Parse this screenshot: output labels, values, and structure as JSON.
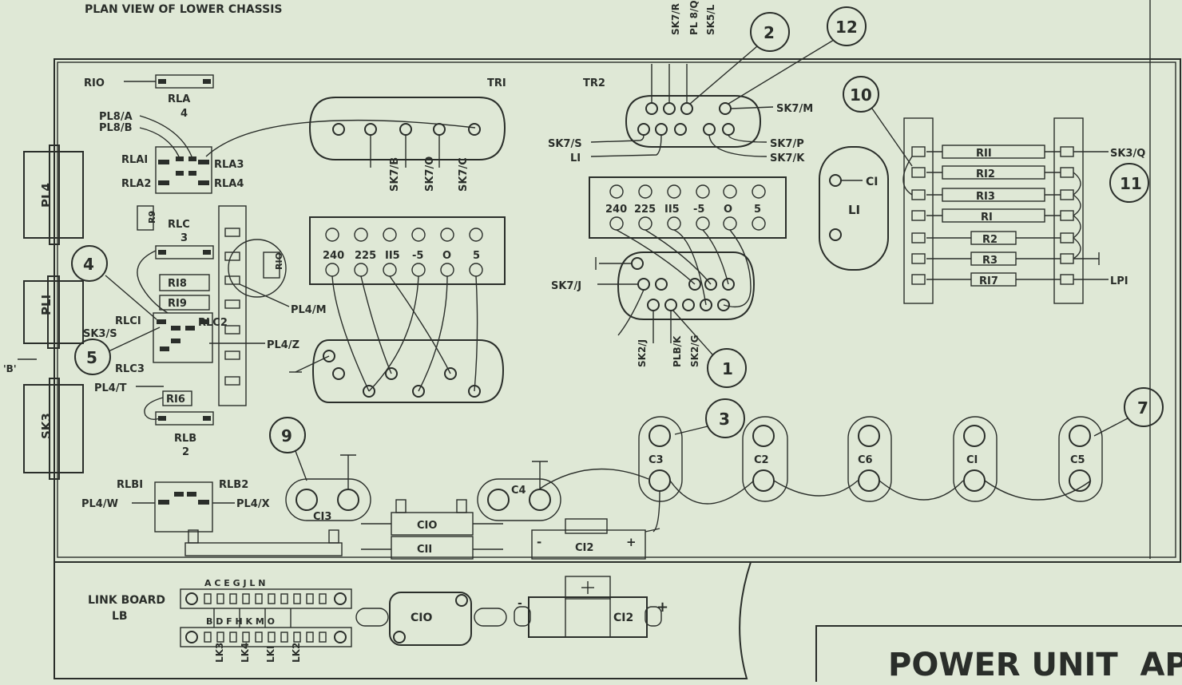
{
  "title": "PLAN VIEW OF LOWER CHASSIS",
  "footer_title": "POWER UNIT  AP",
  "transformers": {
    "tr1": "TRI",
    "tr2": "TR2"
  },
  "relays": {
    "rla_name": "RLA",
    "rla_num": "4",
    "rla_contacts": [
      "RLAI",
      "RLA2",
      "RLA3",
      "RLA4"
    ],
    "rlc_name": "RLC",
    "rlc_num": "3",
    "rlc_contacts": [
      "RLCI",
      "RLC2",
      "RLC3"
    ],
    "rlb_name": "RLB",
    "rlb_num": "2",
    "rlb_contacts": [
      "RLBI",
      "RLB2"
    ]
  },
  "connectors": [
    "PL4",
    "PLI",
    "SK3"
  ],
  "b_marker": "'B'",
  "wire_labels": {
    "r10_top": "RIO",
    "pl8a": "PL8/A",
    "pl8b": "PL8/B",
    "sk3s": "SK3/S",
    "pl4t": "PL4/T",
    "pl4m": "PL4/M",
    "pl4z": "PL4/Z",
    "pl4w": "PL4/W",
    "pl4x": "PL4/X",
    "sk7b": "SK7/B",
    "sk7o": "SK7/O",
    "sk7c": "SK7/C",
    "sk7r": "SK7/R",
    "pl8q": "PL 8/Q",
    "sk5l": "SK5/L",
    "sk7m": "SK7/M",
    "sk7s": "SK7/S",
    "l1": "LI",
    "sk7p": "SK7/P",
    "sk7k": "SK7/K",
    "sk7j": "SK7/J",
    "sk2j": "SK2/J",
    "plbk": "PLB/K",
    "sk2g": "SK2/G",
    "sk3q": "SK3/Q",
    "lp1": "LPI",
    "c1_arrow": "CI",
    "l1_choke": "LI"
  },
  "resistors": {
    "r9": "R9",
    "r10": "RIO",
    "r18": "RI8",
    "r19": "RI9",
    "r16": "RI6"
  },
  "right_resistors": [
    "RII",
    "RI2",
    "RI3",
    "RI",
    "R2",
    "R3",
    "RI7"
  ],
  "taps": [
    "240",
    "225",
    "II5",
    "-5",
    "O",
    "5"
  ],
  "capacitors": {
    "c3": "C3",
    "c2": "C2",
    "c6": "C6",
    "c1": "CI",
    "c5": "C5",
    "c4": "C4",
    "c13": "CI3",
    "c10": "CIO",
    "c11": "CII",
    "c12": "CI2"
  },
  "callouts": [
    "2",
    "12",
    "10",
    "11",
    "4",
    "5",
    "1",
    "3",
    "9",
    "7"
  ],
  "link_board": {
    "title": "LINK BOARD",
    "sub": "LB",
    "top_letters": "A C E G J L N",
    "bottom_letters": "B D F H K M O",
    "links": [
      "LK3",
      "LK4",
      "LKI",
      "LK2"
    ],
    "c10": "CIO",
    "c12": "CI2",
    "plus": "+",
    "minus": "-"
  }
}
